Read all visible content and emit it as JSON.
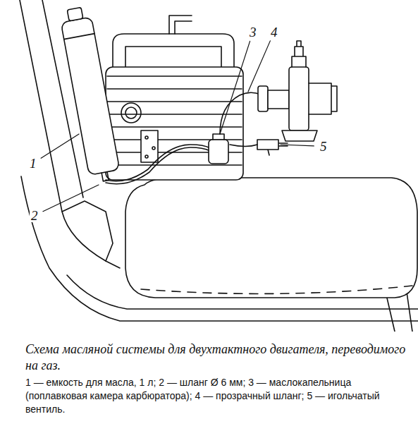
{
  "diagram": {
    "caption": "Схема масляной системы для двухтактного двигателя, переводимого на газ.",
    "labels": [
      "1",
      "2",
      "3",
      "4",
      "5",
      "1 — емкость для масла, 1 л; 2 — шланг Ø 6 мм; 3 — маслокапельница (поплавковая камера карбюратора); 4 — прозрачный шланг; 5 — игольчатый вентиль."
    ]
  }
}
